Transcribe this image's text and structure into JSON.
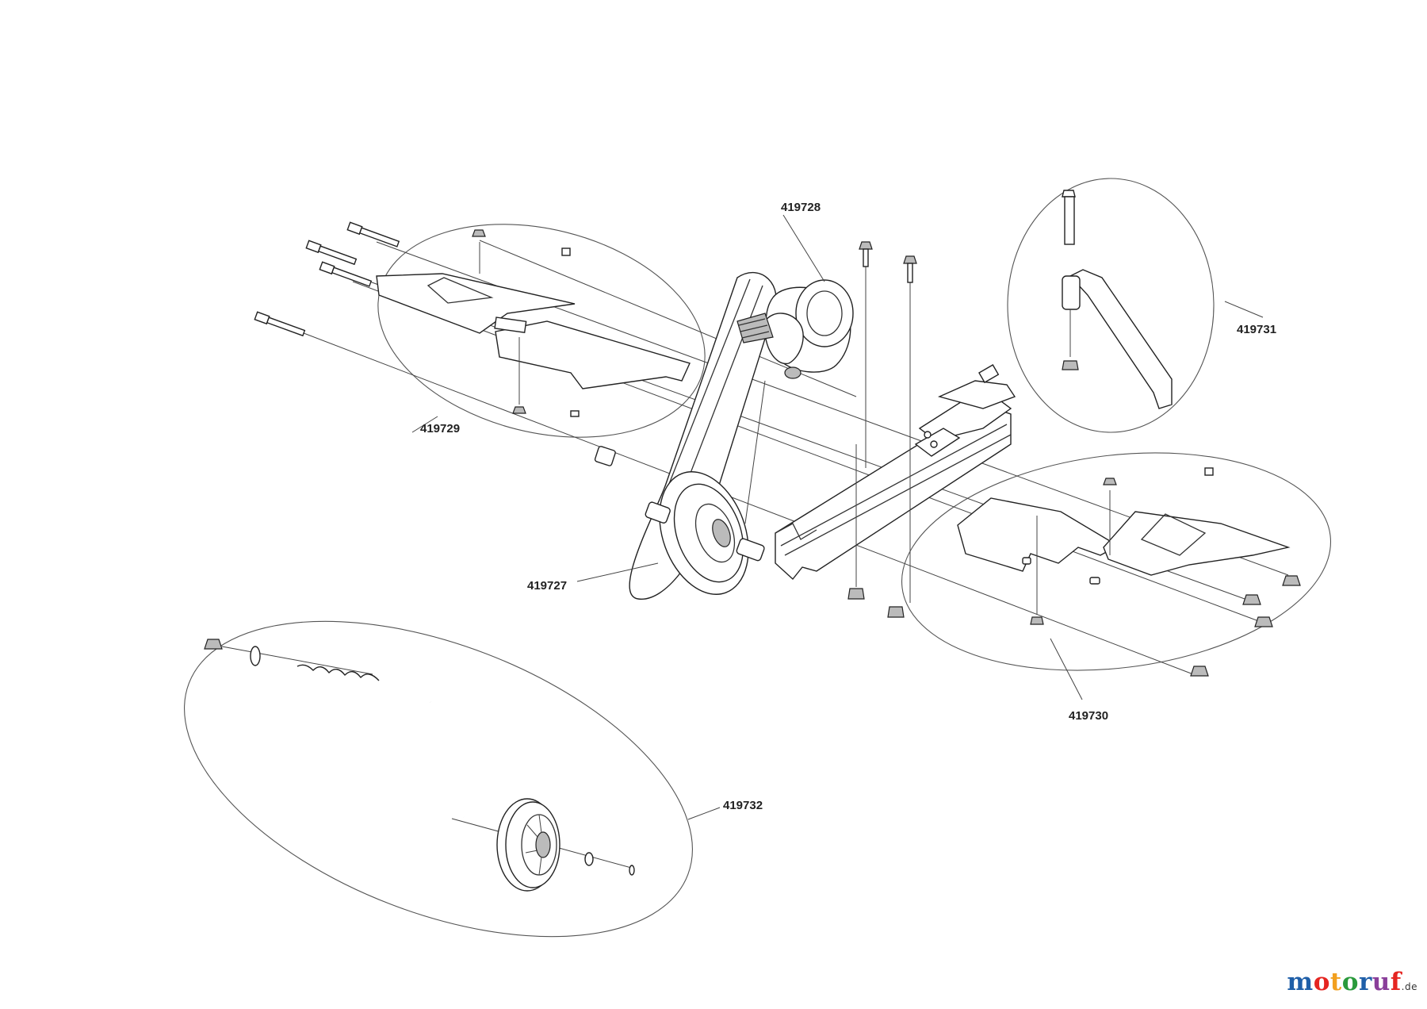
{
  "labels": {
    "p419727": "419727",
    "p419728": "419728",
    "p419729": "419729",
    "p419730": "419730",
    "p419731": "419731",
    "p419732": "419732"
  },
  "brand": {
    "letters": [
      "m",
      "o",
      "t",
      "o",
      "r",
      "u",
      "f"
    ],
    "colors": [
      "#1f5fa8",
      "#e52521",
      "#f2a01f",
      "#2a9a3c",
      "#1f5fa8",
      "#8a3f9a",
      "#e52521"
    ],
    "suffix": ".de"
  }
}
